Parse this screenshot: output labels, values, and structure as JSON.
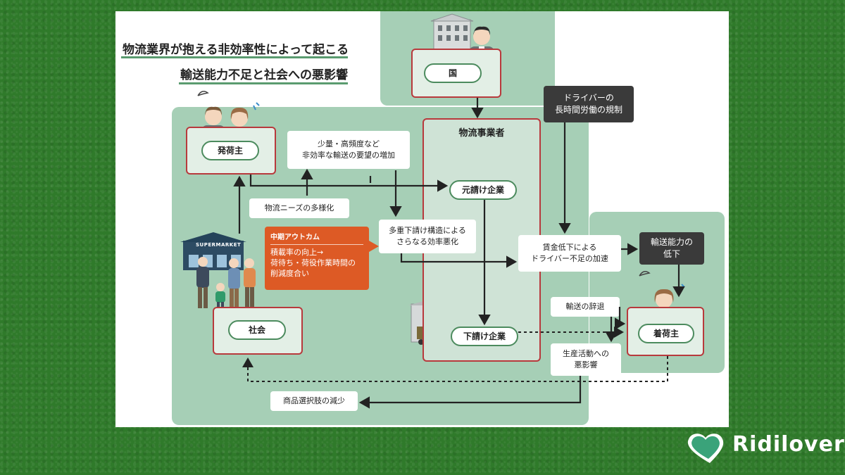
{
  "title_lines": [
    "物流業界が抱える非効率性によって起こる",
    "輸送能力不足と社会への悪影響"
  ],
  "nodes": {
    "kuni": "国",
    "hatsuninushi": "発荷主",
    "butsuryu_group": "物流事業者",
    "motouke": "元請け企業",
    "shitauke": "下請け企業",
    "shakai": "社会",
    "chakuninushi": "着荷主"
  },
  "notes": {
    "driver_regulation": [
      "ドライバーの",
      "長時間労働の規制"
    ],
    "request_increase": [
      "少量・高頻度など",
      "非効率な輸送の要望の増加"
    ],
    "needs_diversify": "物流ニーズの多様化",
    "multi_layer": [
      "多重下請け構造による",
      "さらなる効率悪化"
    ],
    "wage_drop": [
      "賃金低下による",
      "ドライバー不足の加速"
    ],
    "capacity_drop": [
      "輸送能力の",
      "低下"
    ],
    "refusal": "輸送の辞退",
    "production_effect": [
      "生産活動への",
      "悪影響"
    ],
    "fewer_choices": "商品選択肢の減少"
  },
  "outcome": {
    "heading": "中期アウトカム",
    "lines": [
      "積載率の向上→",
      "荷待ち・荷役作業時間の",
      "削減度合い"
    ]
  },
  "store_sign": "SUPERMARKET",
  "logo_text": "Ridilover",
  "colors": {
    "background_grass": "#2f7a2a",
    "region_green": "#a6cfb6",
    "node_border": "#b8393c",
    "node_fill": "#e3efe6",
    "orange": "#dd5a25",
    "dark_box": "#3a3a3a",
    "arrow": "#222222"
  }
}
